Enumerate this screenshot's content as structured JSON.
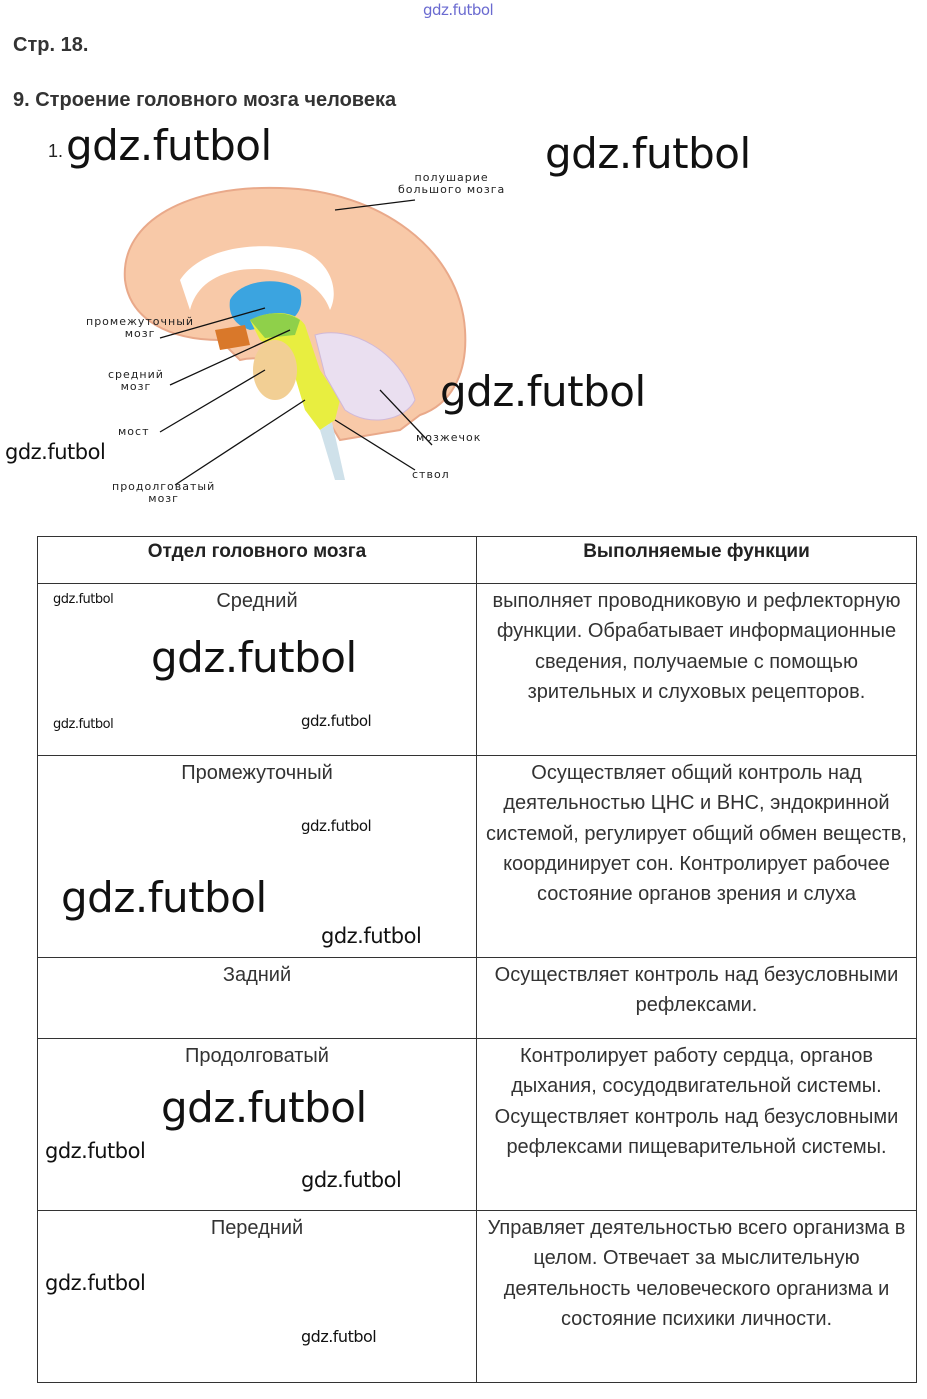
{
  "watermark": "gdz.futbol",
  "page_ref": "Стр. 18.",
  "task_title": "9. Строение головного мозга человека",
  "figure_number": "1.",
  "figure_labels": {
    "hemisphere": [
      "полушарие",
      "большого мозга"
    ],
    "diencephalon": [
      "промежуточный",
      "мозг"
    ],
    "midbrain": [
      "средний",
      "мозг"
    ],
    "pons": "мост",
    "medulla": [
      "продолговатый",
      "мозг"
    ],
    "cerebellum": "мозжечок",
    "stem": "ствол"
  },
  "table": {
    "headers": [
      "Отдел головного мозга",
      "Выполняемые функции"
    ],
    "rows": [
      {
        "section": "Средний",
        "function": "выполняет проводниковую и рефлекторную функции. Обрабатывает информационные сведения, получаемые с помощью зрительных и слуховых рецепторов."
      },
      {
        "section": "Промежуточный",
        "function": "Осуществляет общий контроль над деятельностью ЦНС и ВНС, эндокринной системой, регулирует общий обмен веществ, координирует сон. Контролирует рабочее состояние органов зрения и слуха"
      },
      {
        "section": "Задний",
        "function": "Осуществляет контроль над безусловными рефлексами."
      },
      {
        "section": "Продолговатый",
        "function": "Контролирует работу сердца, органов дыхания, сосудодвигательной системы. Осуществляет контроль над безусловными рефлексами пищеварительной системы."
      },
      {
        "section": "Передний",
        "function": "Управляет деятельностью всего организма в целом. Отвечает за мыслительную деятельность человеческого организма и состояние психики личности."
      }
    ]
  }
}
